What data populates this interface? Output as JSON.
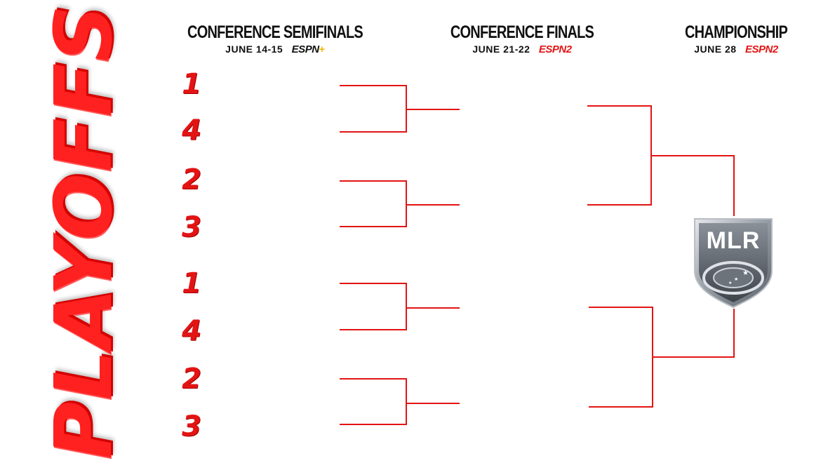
{
  "title_graphic": {
    "text": "PLAYOFFS",
    "color": "#ff2020"
  },
  "rounds": [
    {
      "title": "CONFERENCE SEMIFINALS",
      "date": "JUNE 14-15",
      "network": "ESPN",
      "network_suffix": "+"
    },
    {
      "title": "CONFERENCE FINALS",
      "date": "JUNE 21-22",
      "network": "ESPN2",
      "network_suffix": ""
    },
    {
      "title": "CHAMPIONSHIP",
      "date": "JUNE 28",
      "network": "ESPN2",
      "network_suffix": ""
    }
  ],
  "seeds": [
    "1",
    "4",
    "2",
    "3",
    "1",
    "4",
    "2",
    "3"
  ],
  "logo": {
    "text": "MLR",
    "name": "mlr-shield-logo"
  },
  "colors": {
    "bracket_line": "#e31414",
    "seed": "#e31414",
    "espn2": "#e31414",
    "espn_plus": "#111111",
    "plus": "#f2b705"
  }
}
